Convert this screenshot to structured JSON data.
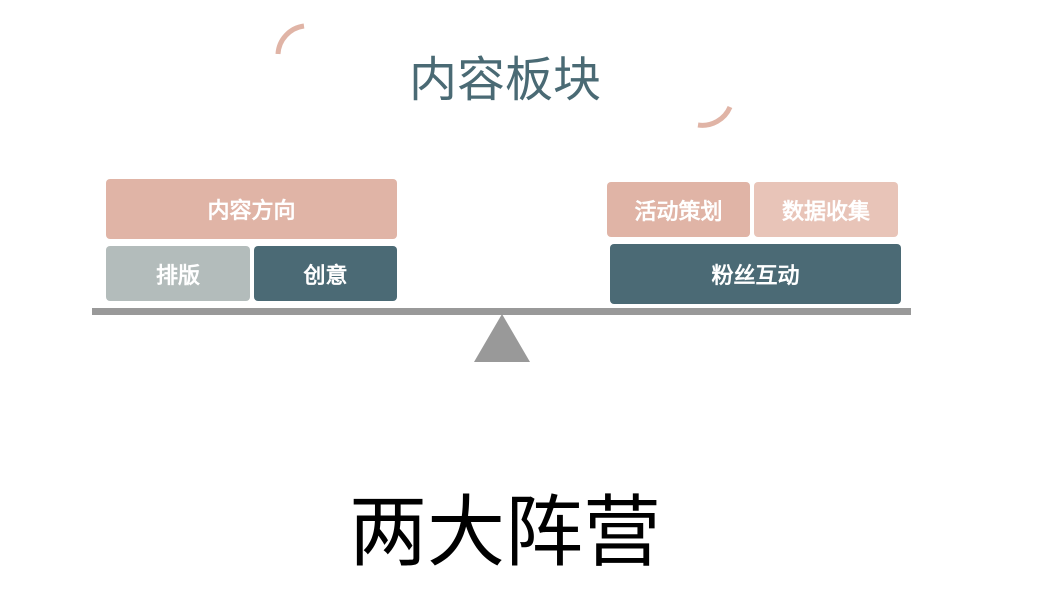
{
  "title": "内容板块",
  "left": {
    "top": "内容方向",
    "bottom_left": "排版",
    "bottom_right": "创意"
  },
  "right": {
    "top_left": "活动策划",
    "top_right": "数据收集",
    "bottom": "粉丝互动"
  },
  "subtitle": "两大阵营",
  "colors": {
    "pink": "#e0b4a6",
    "light_pink": "#e8c4b8",
    "gray": "#b3bcbb",
    "teal": "#4b6a75",
    "beam": "#999999"
  }
}
